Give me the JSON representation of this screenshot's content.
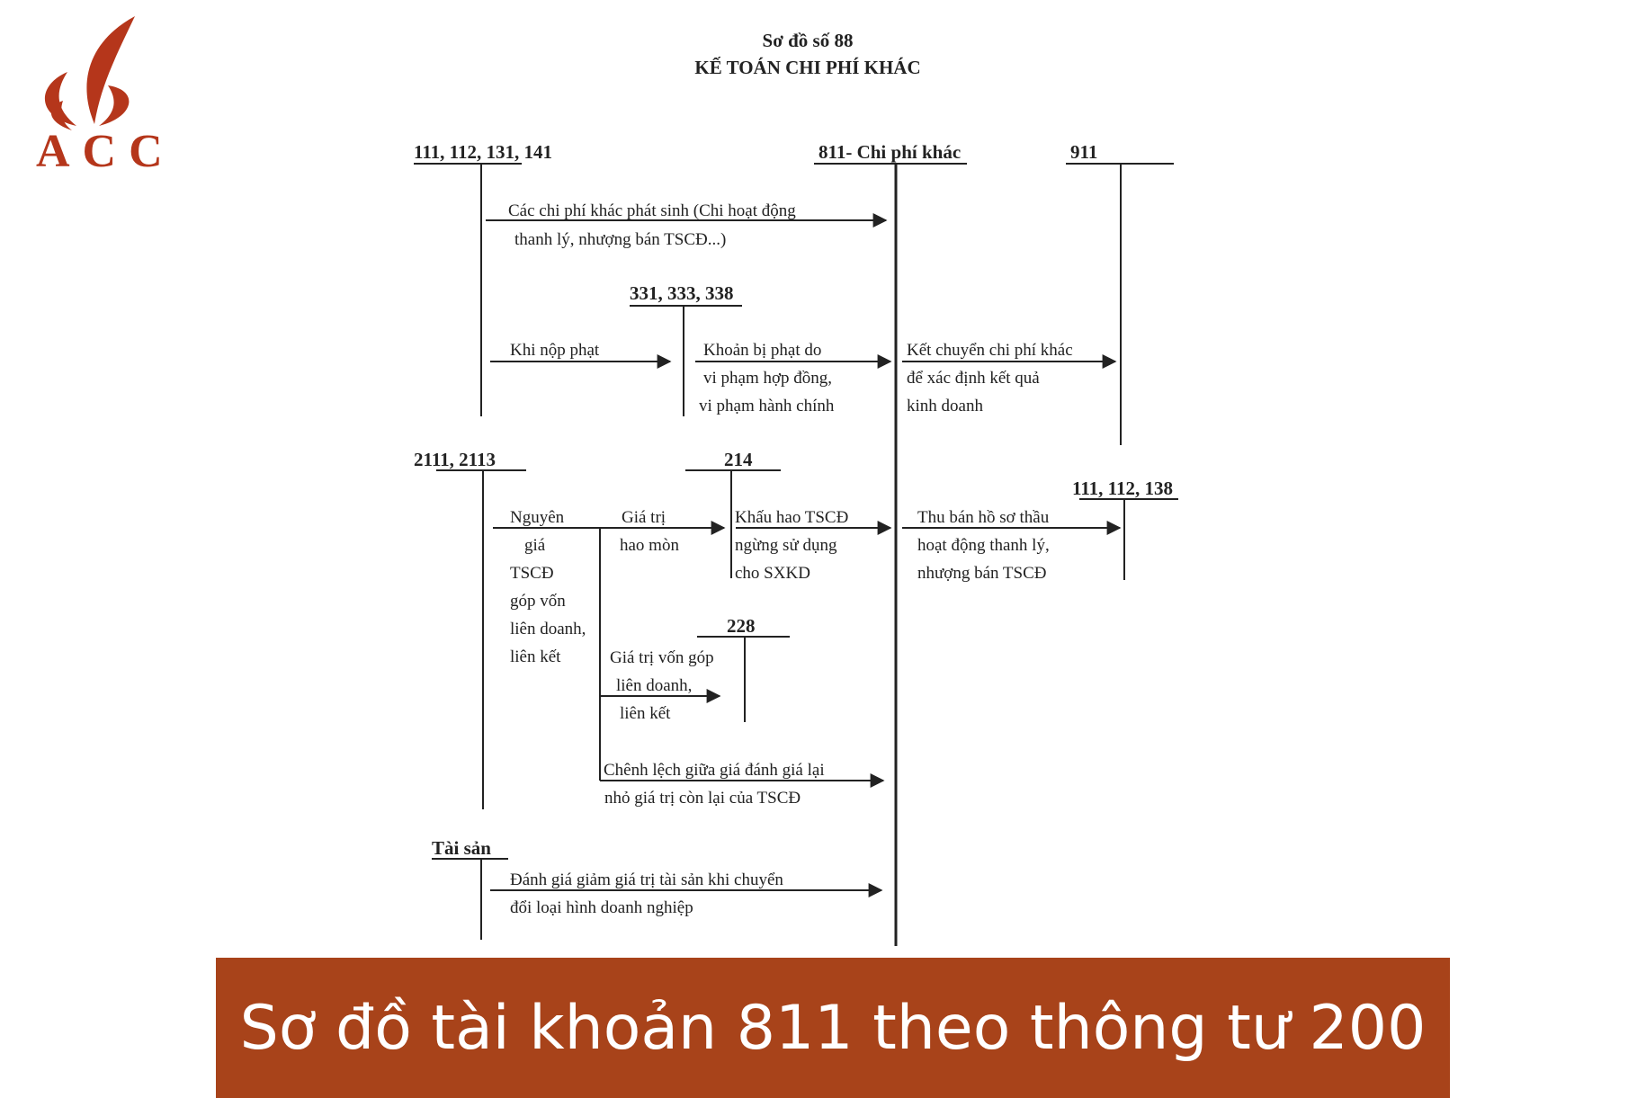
{
  "logo": {
    "text": "ACC",
    "color": "#b5361b"
  },
  "title": {
    "line1": "Sơ đồ số 88",
    "line2": "KẾ TOÁN CHI PHÍ KHÁC"
  },
  "accounts": {
    "a111_141": "111, 112, 131, 141",
    "a811": "811- Chi phí khác",
    "a911": "911",
    "a331": "331, 333, 338",
    "a2111": "2111, 2113",
    "a214": "214",
    "a111_138": "111, 112, 138",
    "a228": "228",
    "taisan": "Tài sản"
  },
  "entries": {
    "e1": [
      "Các chi phí khác phát sinh (Chi hoạt động",
      "thanh lý, nhượng bán TSCĐ...)"
    ],
    "e2": [
      "Khi nộp phạt"
    ],
    "e3": [
      "Khoản bị phạt do",
      "vi phạm hợp đồng,",
      "vi phạm hành chính"
    ],
    "e4": [
      "Kết chuyển chi phí khác",
      "để xác định kết quả",
      "kinh doanh"
    ],
    "e5": [
      "Nguyên",
      "giá",
      "TSCĐ",
      "góp vốn",
      "liên doanh,",
      "liên kết"
    ],
    "e6": [
      "Giá trị",
      "hao mòn"
    ],
    "e7": [
      "Khấu hao TSCĐ",
      "ngừng sử dụng",
      "cho SXKD"
    ],
    "e8": [
      "Thu bán hồ sơ thầu",
      "hoạt động thanh lý,",
      "nhượng bán TSCĐ"
    ],
    "e9": [
      "Giá trị vốn góp",
      "liên doanh,",
      "liên kết"
    ],
    "e10": [
      "Chênh lệch giữa giá đánh giá lại",
      "nhỏ giá trị còn lại của TSCĐ"
    ],
    "e11": [
      "Đánh giá giảm giá trị tài sản khi chuyển",
      "đổi loại hình doanh nghiệp"
    ]
  },
  "banner": {
    "text": "Sơ đồ tài khoản 811 theo thông tư 200",
    "color": "#a8431a"
  }
}
